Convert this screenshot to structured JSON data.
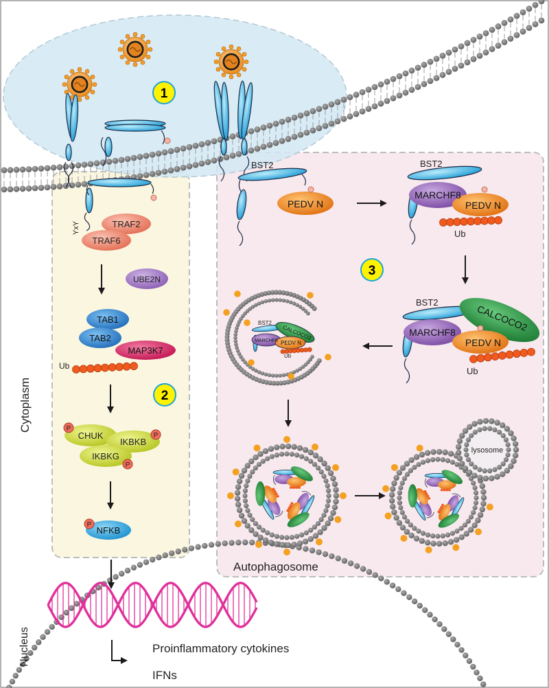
{
  "step_badges": [
    "1",
    "2",
    "3"
  ],
  "compartments": {
    "cytoplasm": "Cytoplasm",
    "nucleus": "Nucleus",
    "autophagosome": "Autophagosome",
    "lysosome": "lysosome"
  },
  "membrane_motif": "YxY",
  "signaling_pathway": {
    "adaptors": [
      "TRAF2",
      "TRAF6"
    ],
    "e2_enzyme": "UBE2N",
    "tak_complex": [
      "TAB1",
      "TAB2",
      "MAP3K7"
    ],
    "ub_label": "Ub",
    "phospho_label": "P",
    "ikk_complex": [
      "CHUK",
      "IKBKB",
      "IKBKG"
    ],
    "transcription_factor": "NFKB"
  },
  "degradation_pathway": {
    "bst2": "BST2",
    "pedv_n": "PEDV N",
    "e3_ligase": "MARCHF8",
    "receptor": "CALCOCO2",
    "ub_label": "Ub"
  },
  "outputs": {
    "cytokines": "Proinflammatory cytokines",
    "ifns": "IFNs"
  },
  "colors": {
    "panel_border": "#bdbdbd",
    "extracellular_bubble": "#d2e9f4",
    "signaling_panel": "#fbf6e0",
    "degradation_panel": "#f8e9ee",
    "membrane_bead": "#707070",
    "bst2": "#4fc1e8",
    "traf": "#f1907a",
    "ube2n": "#a77bc4",
    "tab": "#3a8fd6",
    "map3k7": "#e0306e",
    "ubiquitin": "#f05a1e",
    "ikk": "#d2e040",
    "phospho": "#f06b5a",
    "marchf8": "#9b6dbd",
    "pedv_n": "#f58a1f",
    "calcoco2": "#2f9e45",
    "dna": "#e0309a",
    "badge": "#fff200"
  }
}
